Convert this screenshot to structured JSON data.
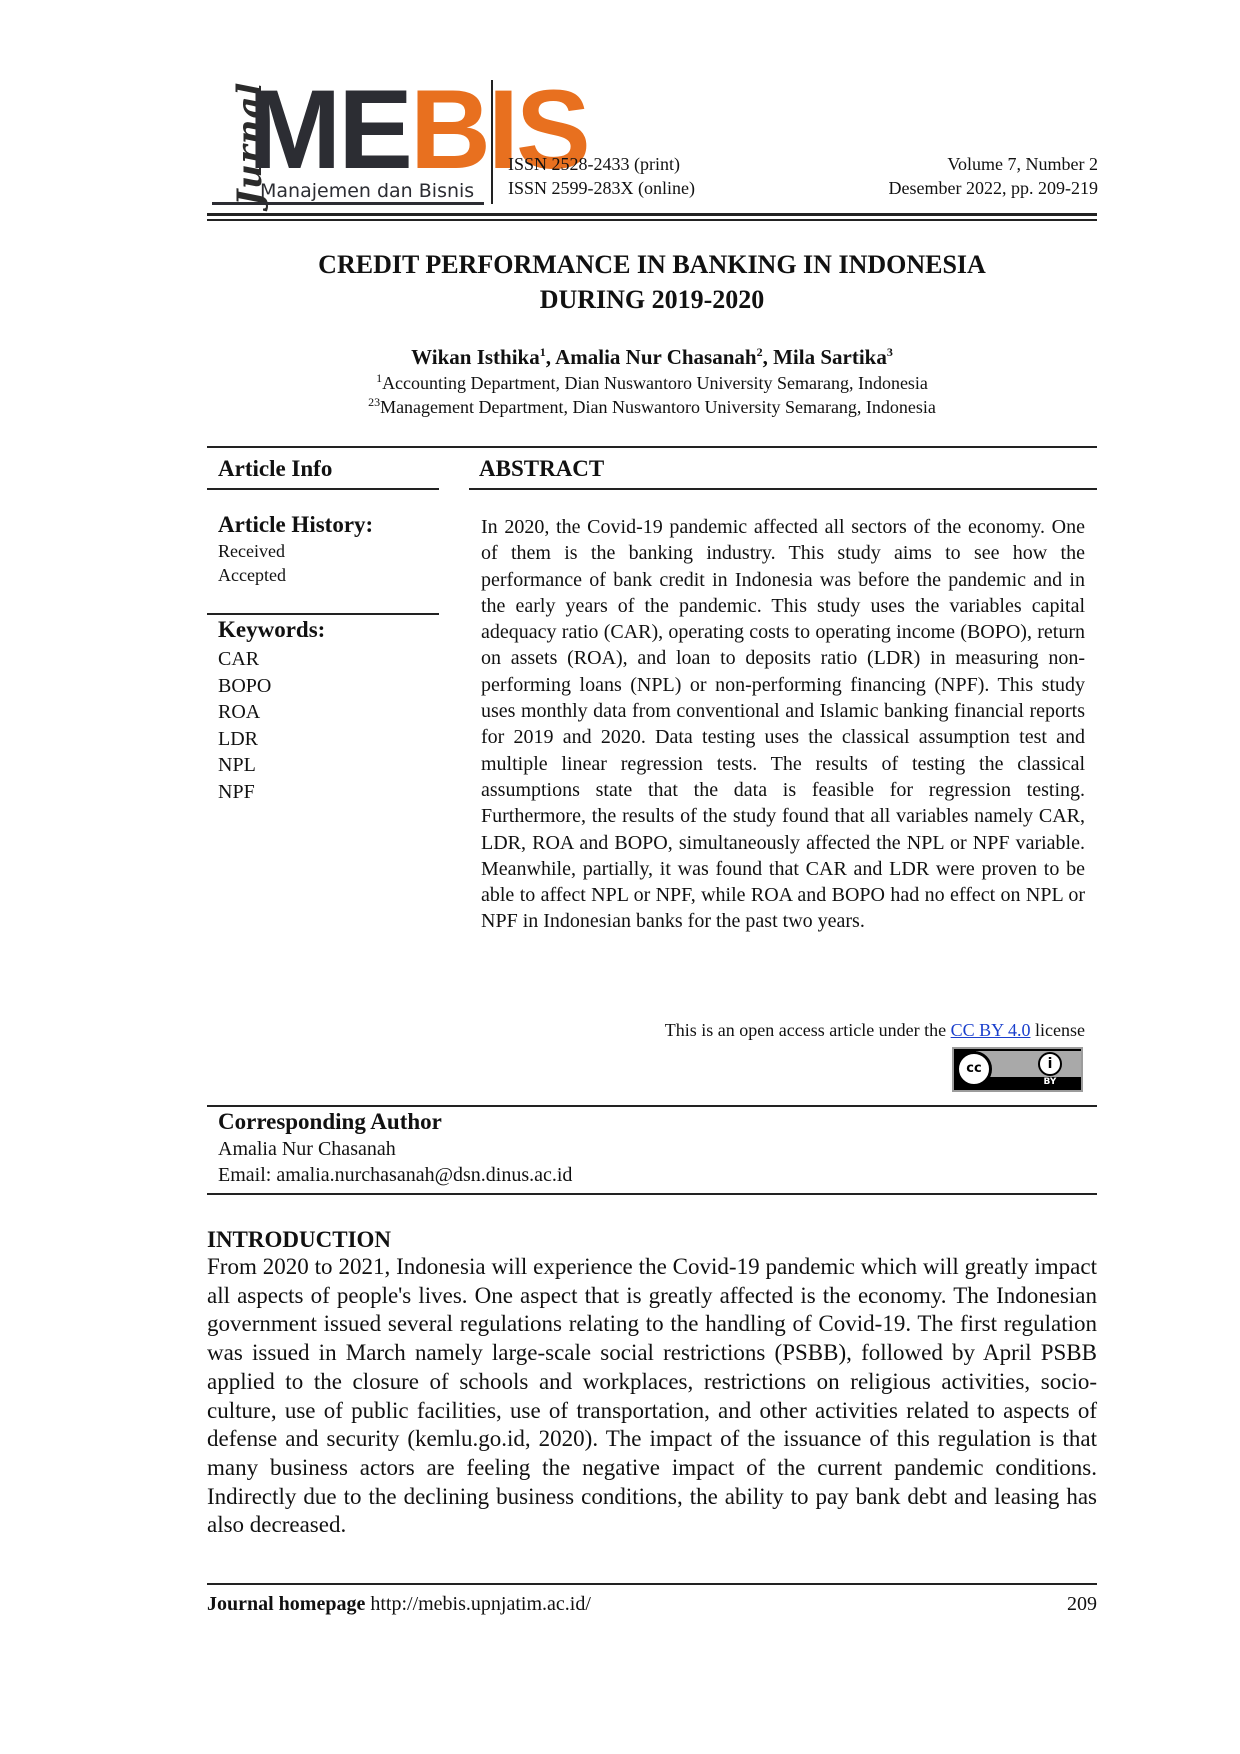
{
  "journal": {
    "logo_script": "Jurnal",
    "logo_me": "ME",
    "logo_bis": "BIS",
    "logo_subtitle": "Manajemen dan Bisnis",
    "issn_print": "ISSN 2528-2433 (print)",
    "issn_online": "ISSN 2599-283X (online)",
    "volume": "Volume 7, Number 2",
    "issue_date": "Desember 2022, pp. 209-219",
    "colors": {
      "logo_dark": "#2c2d33",
      "logo_orange": "#e8701f",
      "link": "#1a3fcc"
    }
  },
  "article": {
    "title_line1": "CREDIT PERFORMANCE IN BANKING IN INDONESIA",
    "title_line2": "DURING 2019-2020",
    "authors": [
      {
        "name": "Wikan Isthika",
        "sup": "1",
        "sep": ", "
      },
      {
        "name": "Amalia Nur Chasanah",
        "sup": "2",
        "sep": ", "
      },
      {
        "name": "Mila Sartika",
        "sup": "3",
        "sep": ""
      }
    ],
    "affiliations": [
      {
        "sup": "1",
        "text": "Accounting Department, Dian Nuswantoro University Semarang, Indonesia"
      },
      {
        "sup": "23",
        "text": "Management Department, Dian Nuswantoro University Semarang, Indonesia"
      }
    ]
  },
  "article_info": {
    "heading": "Article Info",
    "history_heading": "Article History:",
    "received_label": "Received",
    "accepted_label": "Accepted",
    "keywords_heading": "Keywords:",
    "keywords": [
      "CAR",
      "BOPO",
      "ROA",
      "LDR",
      "NPL",
      "NPF"
    ]
  },
  "abstract": {
    "heading": "ABSTRACT",
    "text": "In 2020, the Covid-19 pandemic affected all sectors of the economy. One of them is the banking industry. This study aims to see how the performance of bank credit in Indonesia was before the pandemic and in the early years of the pandemic. This study uses the variables capital adequacy ratio (CAR), operating costs to operating income (BOPO), return on assets (ROA), and loan to deposits ratio (LDR) in measuring non-performing loans (NPL) or non-performing financing (NPF). This study uses monthly data from conventional and Islamic banking financial reports for 2019 and 2020. Data testing uses the classical assumption test and multiple linear regression tests. The results of testing the classical assumptions state that the data is feasible for regression testing. Furthermore, the results of the study found that all variables namely CAR, LDR, ROA and BOPO, simultaneously affected the NPL or NPF variable. Meanwhile, partially, it was found that CAR and LDR were proven to be able to affect NPL or NPF, while ROA and BOPO had no effect on NPL or NPF in Indonesian banks for the past two years.",
    "license_prefix": "This is an open access article under the ",
    "license_link": "CC BY 4.0",
    "license_suffix": " license",
    "badge_cc": "cc",
    "badge_by_symbol": "i",
    "badge_by": "BY"
  },
  "corresponding": {
    "heading": "Corresponding Author",
    "name": "Amalia Nur Chasanah",
    "email_line": "Email: amalia.nurchasanah@dsn.dinus.ac.id"
  },
  "introduction": {
    "heading": "INTRODUCTION",
    "text": "From 2020 to 2021, Indonesia will experience the Covid-19 pandemic which will greatly impact all aspects of people's lives. One aspect that is greatly affected is the economy. The Indonesian government issued several regulations relating to the handling of Covid-19. The first regulation was issued in March namely large-scale social restrictions (PSBB), followed by April PSBB applied to the closure of schools and workplaces, restrictions on religious activities, socio-culture, use of public facilities, use of transportation, and other activities related to aspects of defense and security (kemlu.go.id, 2020). The impact of the issuance of this regulation is that many business actors are feeling the negative impact of the current pandemic conditions. Indirectly due to the declining business conditions, the ability to pay bank debt and leasing has also decreased."
  },
  "footer": {
    "label": "Journal homepage",
    "url": " http://mebis.upnjatim.ac.id/",
    "page": "209"
  }
}
